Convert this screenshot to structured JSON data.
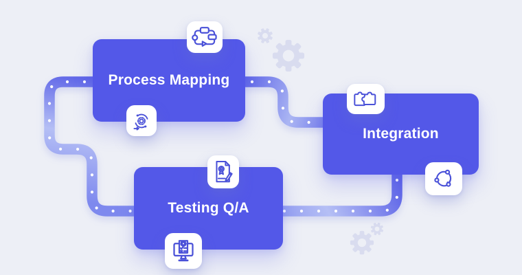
{
  "diagram": {
    "nodes": [
      {
        "id": "process-mapping",
        "label": "Process Mapping",
        "icons": [
          "workflow-icon",
          "process-cycle-icon"
        ]
      },
      {
        "id": "integration",
        "label": "Integration",
        "icons": [
          "puzzle-icon",
          "sync-icon"
        ]
      },
      {
        "id": "testing-qa",
        "label": "Testing Q/A",
        "icons": [
          "certificate-icon",
          "monitor-checklist-icon"
        ]
      }
    ],
    "colors": {
      "background": "#edeff6",
      "node_fill": "#5358e8",
      "node_text": "#ffffff",
      "path_dark": "#5157e5",
      "path_light": "#b5bff5",
      "path_medium": "#7e89ee",
      "path_dot": "#ffffff",
      "icon_stroke": "#4a51d8",
      "gear_fill": "#d9dcef"
    }
  }
}
